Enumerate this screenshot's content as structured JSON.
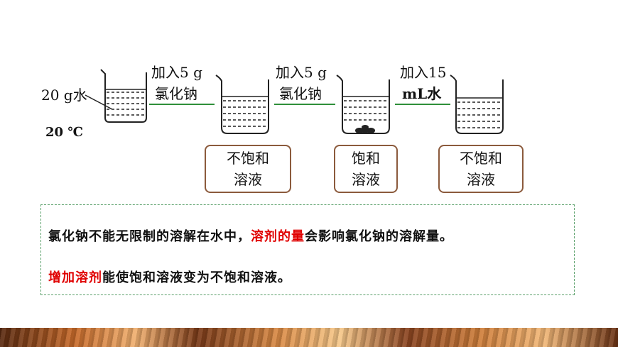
{
  "labels": {
    "water": "20 g水",
    "temperature": "20 ℃",
    "step1_line1": "加入5 g",
    "step1_line2": "氯化钠",
    "step2_line1": "加入5 g",
    "step2_line2": "氯化钠",
    "step3_line1": "加入15",
    "step3_line2": "mL水"
  },
  "states": [
    {
      "line1": "不饱和",
      "line2": "溶液"
    },
    {
      "line1": "饱和",
      "line2": "溶液"
    },
    {
      "line1": "不饱和",
      "line2": "溶液"
    }
  ],
  "summary": {
    "line1_part1": "氯化钠不能无限制的溶解在水中，",
    "line1_highlight": "溶剂的量",
    "line1_part2": "会影响氯化钠的溶解量。",
    "line2_highlight": "增加溶剂",
    "line2_part2": "能使饱和溶液变为不饱和溶液。"
  },
  "colors": {
    "connector": "#2f8f3a",
    "box_border": "#8b5a3c",
    "highlight": "#e00000",
    "summary_border": "#5aa06a"
  }
}
